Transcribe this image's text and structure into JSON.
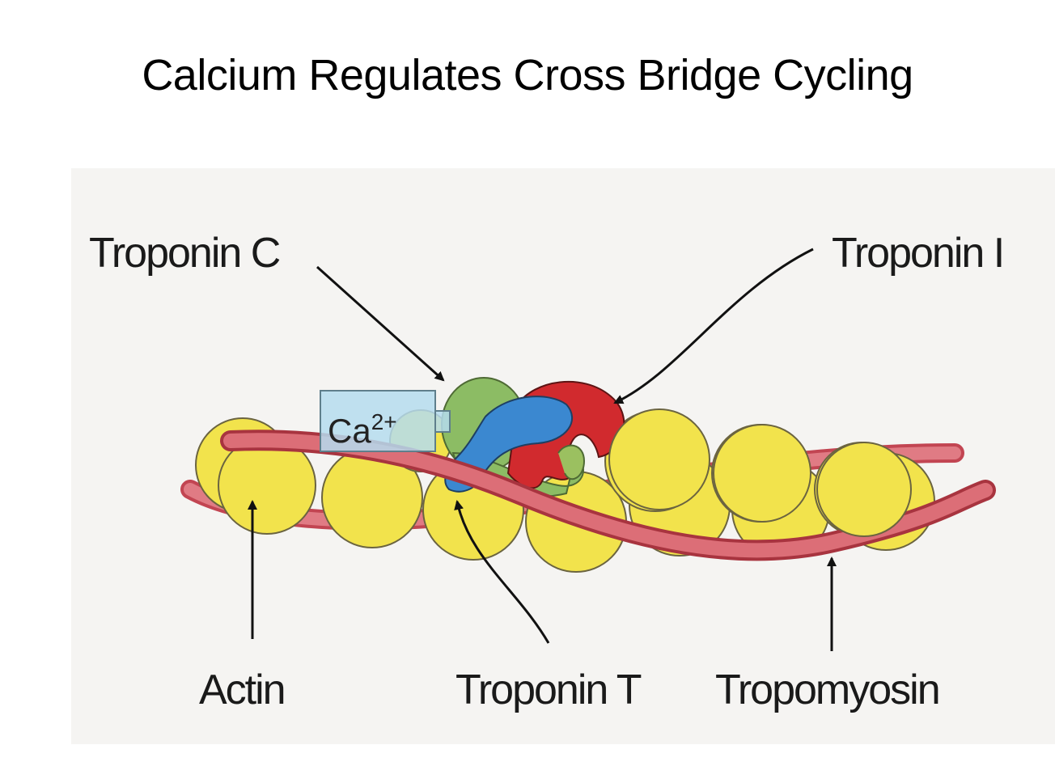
{
  "title": "Calcium Regulates Cross Bridge Cycling",
  "labels": {
    "troponin_c": "Troponin C",
    "troponin_i": "Troponin I",
    "actin": "Actin",
    "troponin_t": "Troponin T",
    "tropomyosin": "Tropomyosin",
    "calcium_base": "Ca",
    "calcium_sup": "2+"
  },
  "colors": {
    "actin": "#f2e34c",
    "tropomyosin": "#d86a72",
    "troponin_c": "#8cbc64",
    "troponin_i": "#d12a2e",
    "troponin_t": "#3b88d0",
    "calcium_box": "#b5dcee"
  }
}
